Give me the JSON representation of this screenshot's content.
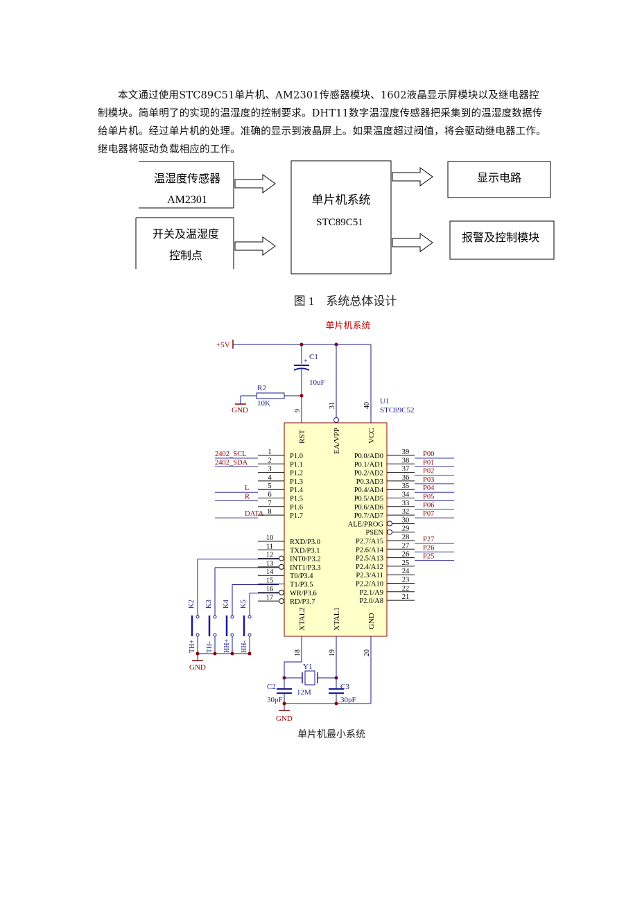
{
  "intro": {
    "text": "本文通过使用STC89C51单片机、AM2301传感器模块、1602液晶显示屏模块以及继电器控制模块。简单明了的实现的温湿度的控制要求。DHT11数字温湿度传感器把采集到的温湿度数据传给单片机。经过单片机的处理。准确的显示到液晶屏上。如果温度超过阀值，将会驱动继电器工作。继电器将驱动负载相应的工作。"
  },
  "block_diagram": {
    "sensor_line1": "温湿度传感器",
    "sensor_line2": "AM2301",
    "switch_line1": "开关及温湿度",
    "switch_line2": "控制点",
    "mcu_line1": "单片机系统",
    "mcu_line2": "STC89C51",
    "display": "显示电路",
    "alarm": "报警及控制模块",
    "caption": "图 1　系统总体设计"
  },
  "schematic": {
    "title": "单片机系统",
    "caption": "单片机最小系统",
    "power_label": "+5V",
    "c1_ref": "C1",
    "c1_value": "10uF",
    "r2_ref": "R2",
    "r2_value": "10K",
    "gnd": "GND",
    "u1_ref": "U1",
    "u1_part": "STC89C52",
    "pin_rst": "RST",
    "pin_ea": "EA/VPP",
    "pin_vcc": "VCC",
    "pin_xtal2": "XTAL2",
    "pin_xtal1": "XTAL1",
    "pin_gnd": "GND",
    "pin9": "9",
    "pin31": "31",
    "pin40": "40",
    "pin18": "18",
    "pin19": "19",
    "pin20": "20",
    "y1_ref": "Y1",
    "y1_value": "12M",
    "c2_ref": "C2",
    "c2_value": "30pF",
    "c3_ref": "C3",
    "c3_value": "30pF",
    "left_pins": [
      {
        "num": "1",
        "name": "P1.0",
        "net": "2402_SCL"
      },
      {
        "num": "2",
        "name": "P1.1",
        "net": "2402_SDA"
      },
      {
        "num": "3",
        "name": "P1.2",
        "net": ""
      },
      {
        "num": "4",
        "name": "P1.3",
        "net": ""
      },
      {
        "num": "5",
        "name": "P1.4",
        "net": "L"
      },
      {
        "num": "6",
        "name": "P1.5",
        "net": "R"
      },
      {
        "num": "7",
        "name": "P1.6",
        "net": ""
      },
      {
        "num": "8",
        "name": "P1.7",
        "net": "DATA"
      },
      {
        "num": "10",
        "name": "RXD/P3.0",
        "net": ""
      },
      {
        "num": "11",
        "name": "TXD/P3.1",
        "net": ""
      },
      {
        "num": "12",
        "name": "INT0/P3.2",
        "net": ""
      },
      {
        "num": "13",
        "name": "INT1/P3.3",
        "net": ""
      },
      {
        "num": "14",
        "name": "T0/P3.4",
        "net": ""
      },
      {
        "num": "15",
        "name": "T1/P3.5",
        "net": ""
      },
      {
        "num": "16",
        "name": "WR/P3.6",
        "net": ""
      },
      {
        "num": "17",
        "name": "RD/P3.7",
        "net": ""
      }
    ],
    "right_pins": [
      {
        "num": "39",
        "name": "P0.0/AD0",
        "net": "P00"
      },
      {
        "num": "38",
        "name": "P0.1/AD1",
        "net": "P01"
      },
      {
        "num": "37",
        "name": "P0.2/AD2",
        "net": "P02"
      },
      {
        "num": "36",
        "name": "P0.3AD3",
        "net": "P03"
      },
      {
        "num": "35",
        "name": "P0.4/AD4",
        "net": "P04"
      },
      {
        "num": "34",
        "name": "P0.5/AD5",
        "net": "P05"
      },
      {
        "num": "33",
        "name": "P0.6/AD6",
        "net": "P06"
      },
      {
        "num": "32",
        "name": "P0.7/AD7",
        "net": "P07"
      },
      {
        "num": "30",
        "name": "ALE/PROG",
        "net": ""
      },
      {
        "num": "29",
        "name": "PSEN",
        "net": ""
      },
      {
        "num": "28",
        "name": "P2.7/A15",
        "net": "P27"
      },
      {
        "num": "27",
        "name": "P2.6/A14",
        "net": "P26"
      },
      {
        "num": "26",
        "name": "P2.5/A13",
        "net": "P25"
      },
      {
        "num": "25",
        "name": "P2.4/A12",
        "net": ""
      },
      {
        "num": "24",
        "name": "P2.3/A11",
        "net": ""
      },
      {
        "num": "23",
        "name": "P2.2/A10",
        "net": ""
      },
      {
        "num": "22",
        "name": "P2.1/A9",
        "net": ""
      },
      {
        "num": "21",
        "name": "P2.0/A8",
        "net": ""
      }
    ],
    "keys": [
      {
        "ref": "K2",
        "label": "TH+"
      },
      {
        "ref": "K3",
        "label": "TH-"
      },
      {
        "ref": "K4",
        "label": "HH+"
      },
      {
        "ref": "K5",
        "label": "HH-"
      }
    ]
  },
  "colors": {
    "component_blue": "#1a1a8c",
    "net_red": "#8b0000",
    "chip_fill": "#ffffc8",
    "chip_border": "#8b0000",
    "bus_blue": "#3a3aa0"
  }
}
